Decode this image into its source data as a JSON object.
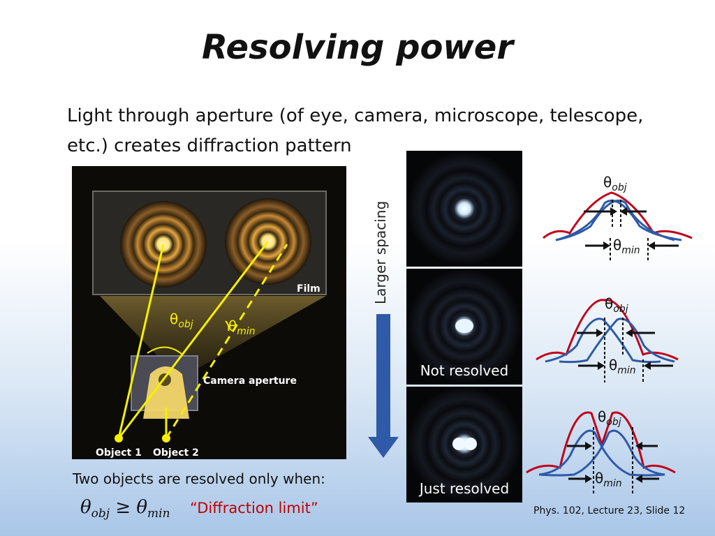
{
  "slide": {
    "title": "Resolving power",
    "intro_line1": "Light through aperture (of eye, camera, microscope, telescope,",
    "intro_line2": "etc.) creates diffraction pattern",
    "vertical_label": "Larger spacing",
    "condition_text": "Two objects are resolved only when:",
    "formula": {
      "theta": "θ",
      "obj_sub": "obj",
      "geq": "≥",
      "min_sub": "min"
    },
    "diffraction_limit": "“Diffraction limit”",
    "footer": "Phys. 102, Lecture 23, Slide 12"
  },
  "photo": {
    "film_label": "Film",
    "aperture_label": "Camera aperture",
    "object1_label": "Object 1",
    "object2_label": "Object 2",
    "theta": "θ",
    "obj_sub": "obj",
    "min_sub": "min"
  },
  "panels": [
    {
      "caption": ""
    },
    {
      "caption": "Not resolved"
    },
    {
      "caption": "Just resolved"
    }
  ],
  "graphs": {
    "theta": "θ",
    "obj_sub": "obj",
    "min_sub": "min"
  },
  "colors": {
    "envelope": "#c0001a",
    "component": "#2e5aa8",
    "arrow": "#2e5aa8",
    "limit_text": "#c00000",
    "ray": "#f5f000"
  }
}
